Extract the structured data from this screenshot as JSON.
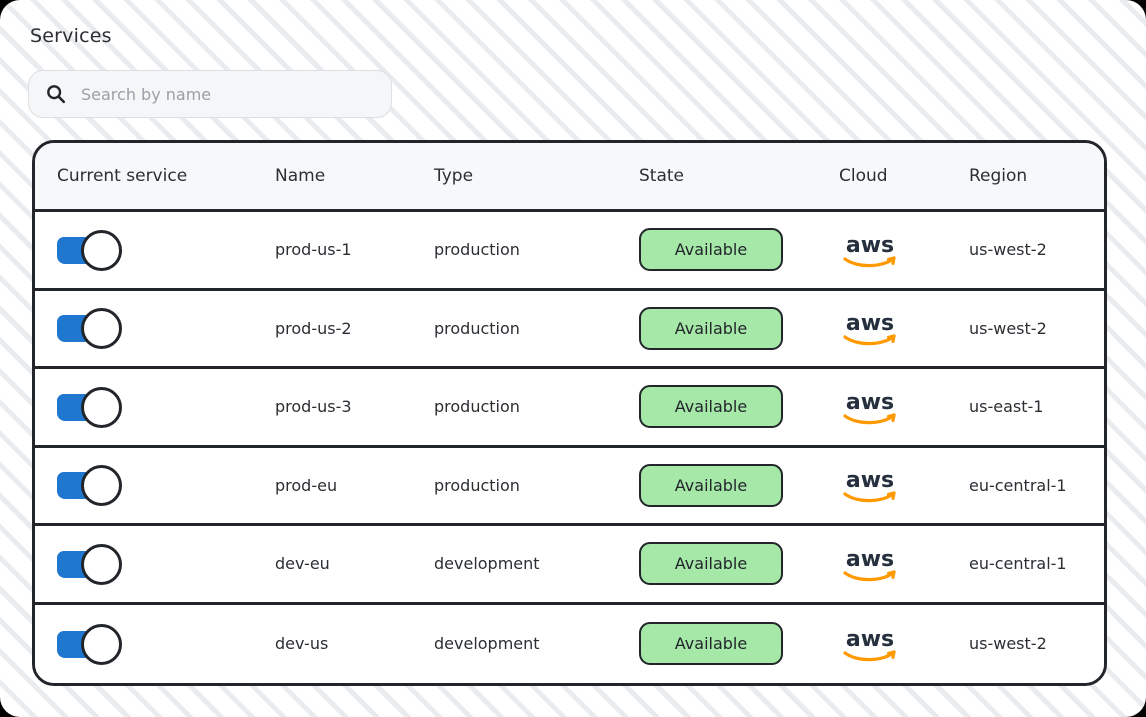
{
  "page": {
    "title": "Services"
  },
  "search": {
    "placeholder": "Search by name",
    "value": "",
    "icon": "search-icon"
  },
  "table": {
    "columns": [
      {
        "key": "current_service",
        "label": "Current service"
      },
      {
        "key": "name",
        "label": "Name"
      },
      {
        "key": "type",
        "label": "Type"
      },
      {
        "key": "state",
        "label": "State"
      },
      {
        "key": "cloud",
        "label": "Cloud"
      },
      {
        "key": "region",
        "label": "Region"
      }
    ],
    "rows": [
      {
        "current_service": true,
        "name": "prod-us-1",
        "type": "production",
        "state": "Available",
        "cloud": "aws",
        "cloud_icon": "aws-logo-icon",
        "region": "us-west-2"
      },
      {
        "current_service": true,
        "name": "prod-us-2",
        "type": "production",
        "state": "Available",
        "cloud": "aws",
        "cloud_icon": "aws-logo-icon",
        "region": "us-west-2"
      },
      {
        "current_service": true,
        "name": "prod-us-3",
        "type": "production",
        "state": "Available",
        "cloud": "aws",
        "cloud_icon": "aws-logo-icon",
        "region": "us-east-1"
      },
      {
        "current_service": true,
        "name": "prod-eu",
        "type": "production",
        "state": "Available",
        "cloud": "aws",
        "cloud_icon": "aws-logo-icon",
        "region": "eu-central-1"
      },
      {
        "current_service": true,
        "name": "dev-eu",
        "type": "development",
        "state": "Available",
        "cloud": "aws",
        "cloud_icon": "aws-logo-icon",
        "region": "eu-central-1"
      },
      {
        "current_service": true,
        "name": "dev-us",
        "type": "development",
        "state": "Available",
        "cloud": "aws",
        "cloud_icon": "aws-logo-icon",
        "region": "us-west-2"
      }
    ]
  },
  "colors": {
    "toggle_on": "#1f77d0",
    "badge_available_bg": "#a5e8a8",
    "border_dark": "#22262b",
    "header_bg": "#f7f8f9",
    "aws_orange": "#f90",
    "aws_text": "#252f3e",
    "hatch_stripe": "#e9ecef"
  }
}
